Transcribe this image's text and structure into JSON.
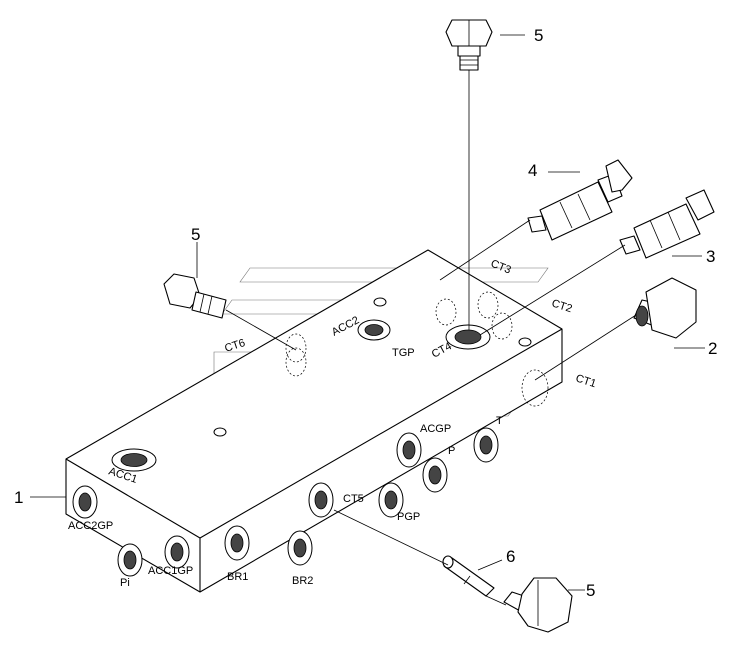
{
  "callouts": {
    "c1": "1",
    "c2": "2",
    "c3": "3",
    "c4": "4",
    "c5a": "5",
    "c5b": "5",
    "c5c": "5",
    "c6": "6"
  },
  "ports": {
    "acc1": "ACC1",
    "acc2gp": "ACC2GP",
    "pi": "Pi",
    "acc1gp": "ACC1GP",
    "br1": "BR1",
    "br2": "BR2",
    "ct5": "CT5",
    "pgp": "PGP",
    "p": "P",
    "t": "T",
    "acgp": "ACGP",
    "acc2": "ACC2",
    "tgp": "TGP",
    "ct4": "CT4",
    "ct6": "CT6",
    "ct3": "CT3",
    "ct2": "CT2",
    "ct1": "CT1"
  },
  "colors": {
    "line": "#000000",
    "background": "#ffffff"
  }
}
